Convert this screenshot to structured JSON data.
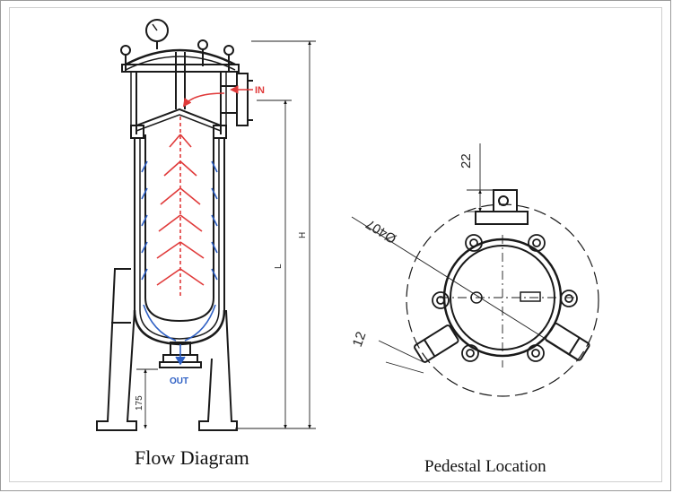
{
  "captions": {
    "flow_diagram": "Flow Diagram",
    "pedestal_location": "Pedestal Location"
  },
  "flow": {
    "in_label": "IN",
    "out_label": "OUT",
    "dim_h": "H",
    "dim_l": "L",
    "dim_175": "175"
  },
  "pedestal": {
    "dim_22": "22",
    "dim_407": "Ø407",
    "dim_12": "12"
  },
  "colors": {
    "line": "#1a1a1a",
    "in_flow": "#e03a3a",
    "out_flow": "#2d5fc4",
    "frame": "#9a9a9a"
  }
}
